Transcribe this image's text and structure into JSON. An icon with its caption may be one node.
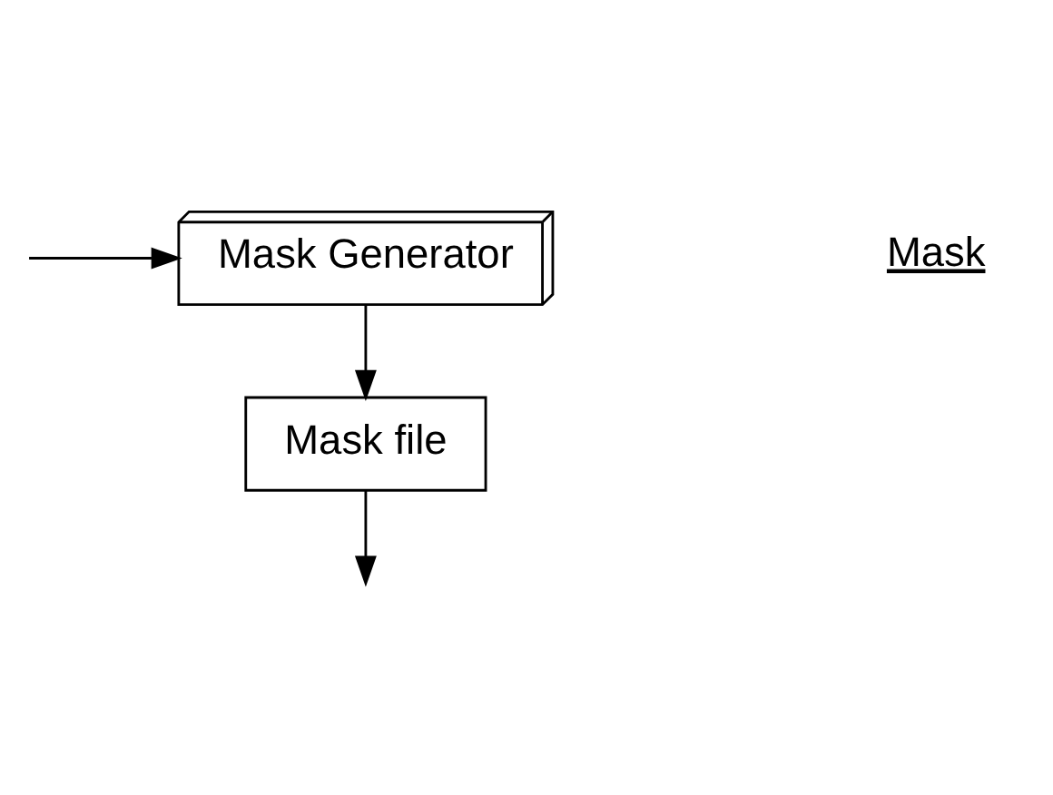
{
  "diagram": {
    "nodes": [
      {
        "text": [
          "Mask Generator"
        ]
      },
      {
        "text": [
          "Mask file"
        ]
      }
    ],
    "edges": [
      {
        "from": null,
        "to": 0,
        "arrow": "to"
      },
      {
        "from": 0,
        "to": 1,
        "arrow": "to"
      },
      {
        "from": 1,
        "to": null,
        "arrow": "to"
      }
    ],
    "labels": [
      "Mask"
    ]
  }
}
